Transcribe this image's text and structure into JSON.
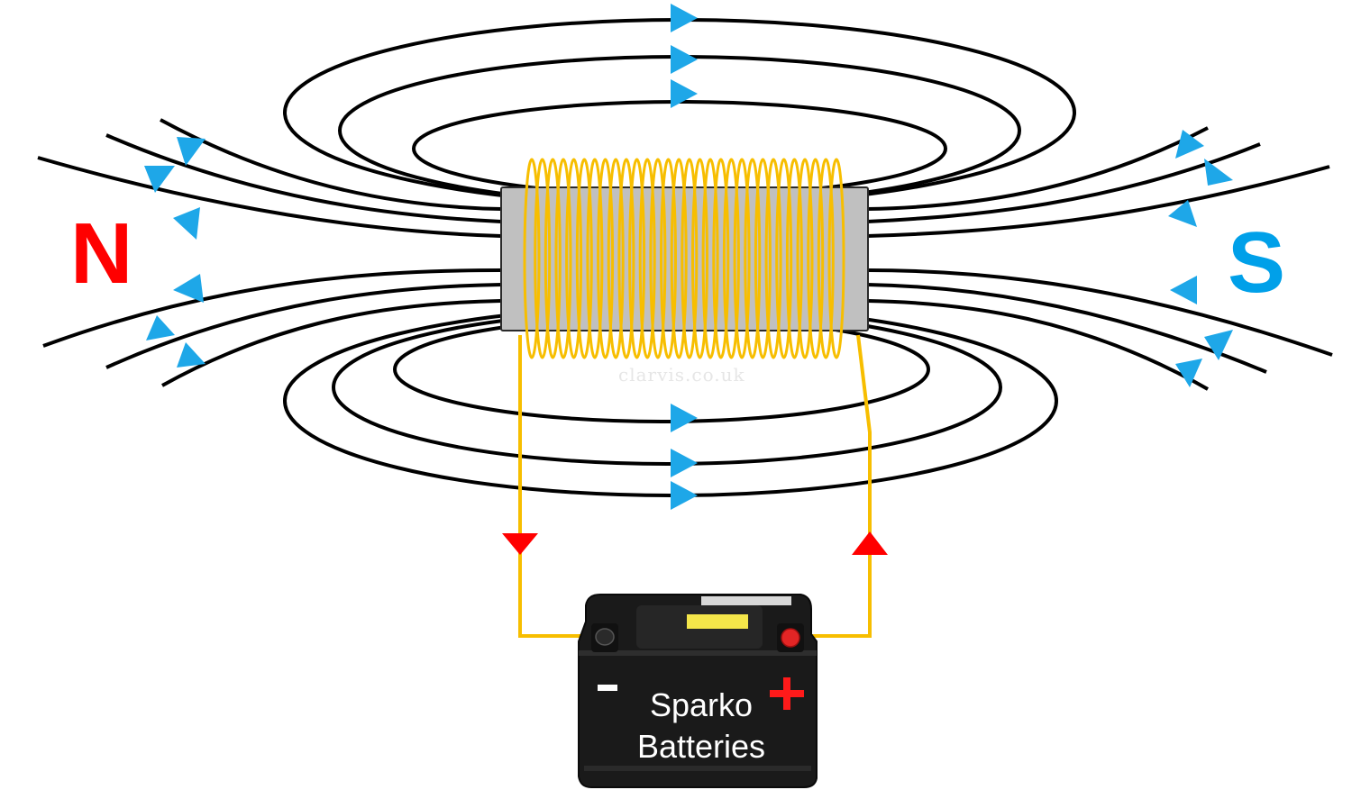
{
  "poles": {
    "north": "N",
    "south": "S"
  },
  "battery": {
    "brand_line1": "Sparko",
    "brand_line2": "Batteries",
    "minus_symbol": "−",
    "plus_symbol": "+"
  },
  "watermark": "clarvis.co.uk",
  "colors": {
    "north": "#ff0000",
    "south": "#00a0e9",
    "field_arrow": "#1ea7e8",
    "current_arrow": "#ff0000",
    "wire": "#f7be00",
    "core": "#c0c0c0",
    "battery_body": "#1a1a1a"
  },
  "icons": {
    "field_arrows": "triangle-arrow",
    "current_arrows": "triangle-arrow",
    "battery": "car-battery-icon"
  }
}
